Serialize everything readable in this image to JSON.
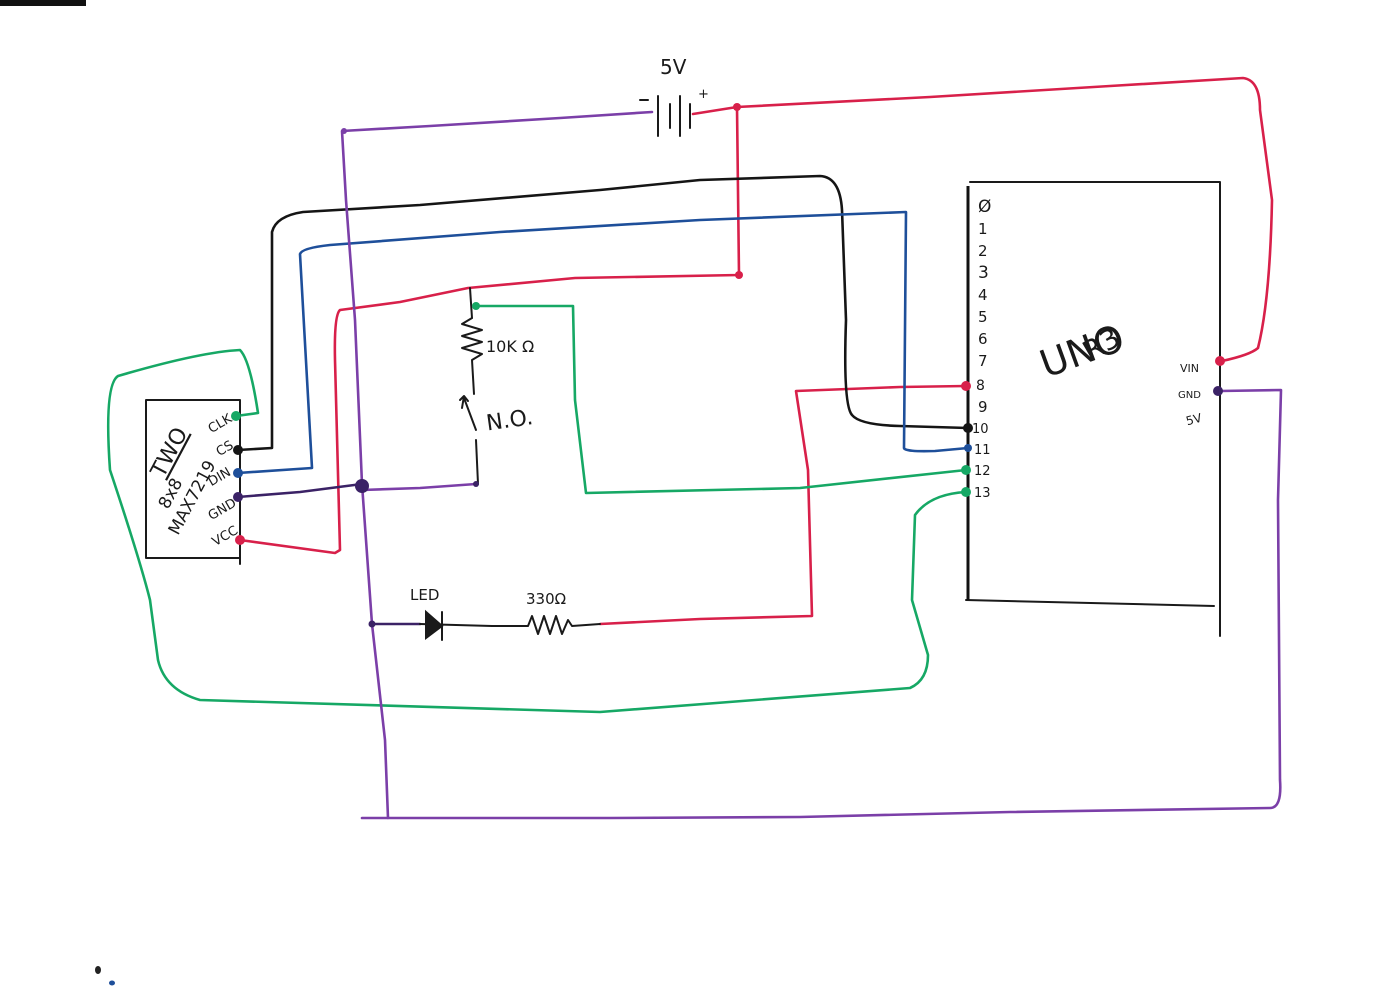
{
  "battery": {
    "voltage": "5V",
    "minus": "-",
    "plus": "+"
  },
  "matrix": {
    "title": "TWO",
    "line1": "8x8",
    "line2": "MAX7219",
    "pins": [
      "CLK",
      "CS",
      "DIN",
      "GND",
      "VCC"
    ]
  },
  "resistor_pullup": "10K Ω",
  "switch_label": "N.O.",
  "led_label": "LED",
  "resistor_led": "330Ω",
  "uno": {
    "title1": "UNO",
    "title2": "R3",
    "pins": [
      "Ø",
      "1",
      "2",
      "3",
      "4",
      "5",
      "6",
      "7",
      "8",
      "9",
      "10",
      "11",
      "12",
      "13"
    ],
    "right_pins": [
      "VIN",
      "GND",
      "5V"
    ]
  },
  "colors": {
    "red": "#d8204a",
    "black": "#151515",
    "blue": "#1e4f9a",
    "green": "#16a865",
    "purple": "#7b3fa8",
    "darkpurple": "#3b2266"
  }
}
